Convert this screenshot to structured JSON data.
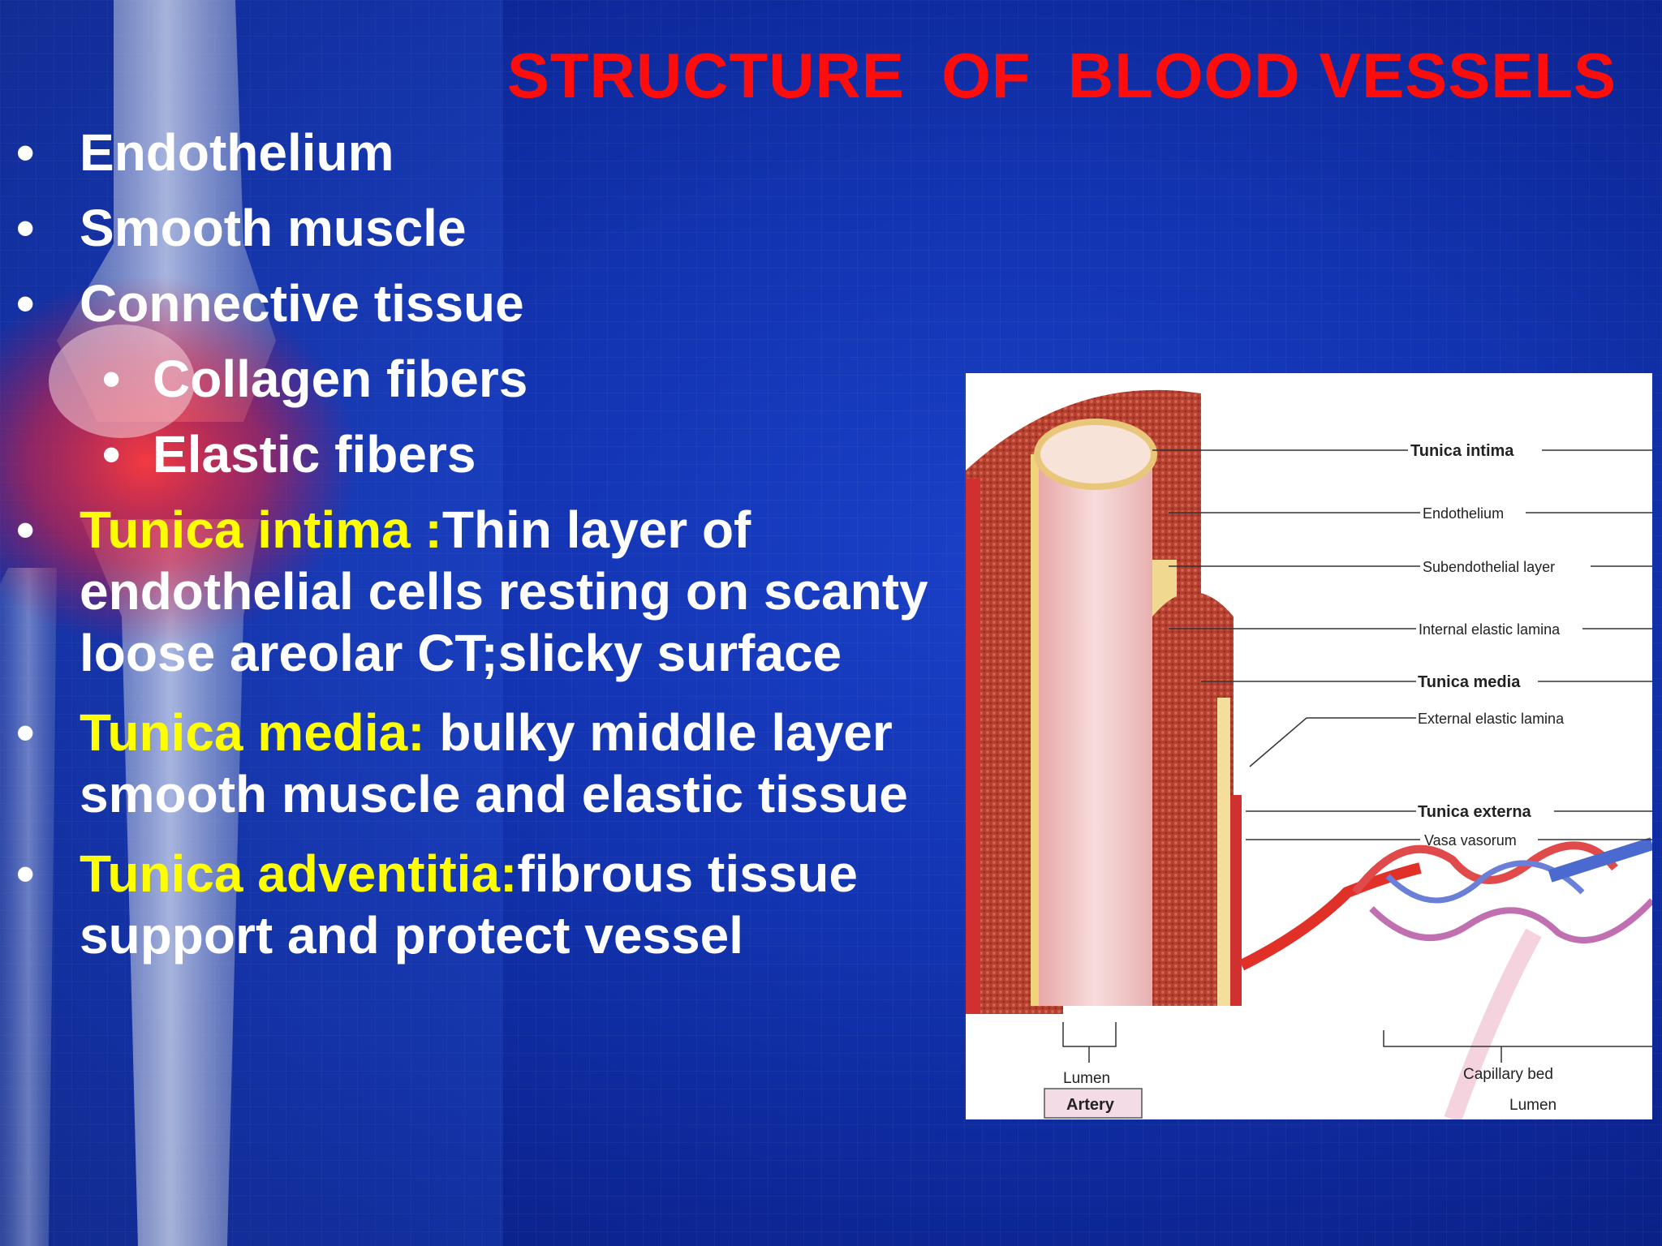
{
  "title": "STRUCTURE  OF  BLOOD VESSELS",
  "bullets": [
    {
      "text": "Endothelium"
    },
    {
      "text": "Smooth muscle"
    },
    {
      "text": "Connective tissue"
    },
    {
      "text": "Collagen fibers"
    },
    {
      "text": "Elastic fibers"
    }
  ],
  "tunicas": [
    {
      "term": "Tunica intima :",
      "desc": "Thin layer of endothelial cells resting on scanty loose areolar CT;slicky surface"
    },
    {
      "term": "Tunica media:",
      "desc": " bulky middle layer smooth muscle and elastic tissue"
    },
    {
      "term": "Tunica adventitia:",
      "desc": "fibrous tissue support and protect vessel"
    }
  ],
  "figure": {
    "labels": {
      "tunica_intima": "Tunica intima",
      "endothelium": "Endothelium",
      "subendothelial": "Subendothelial layer",
      "internal_elastic": "Internal elastic lamina",
      "tunica_media": "Tunica media",
      "external_elastic": "External elastic lamina",
      "tunica_externa": "Tunica externa",
      "vasa_vasorum": "Vasa vasorum",
      "lumen_left": "Lumen",
      "artery": "Artery",
      "capillary_bed": "Capillary bed",
      "lumen_right": "Lumen"
    }
  },
  "colors": {
    "title": "#ff0d0d",
    "highlight": "#ffff00",
    "text": "#ffffff",
    "background": "#1233b0"
  }
}
